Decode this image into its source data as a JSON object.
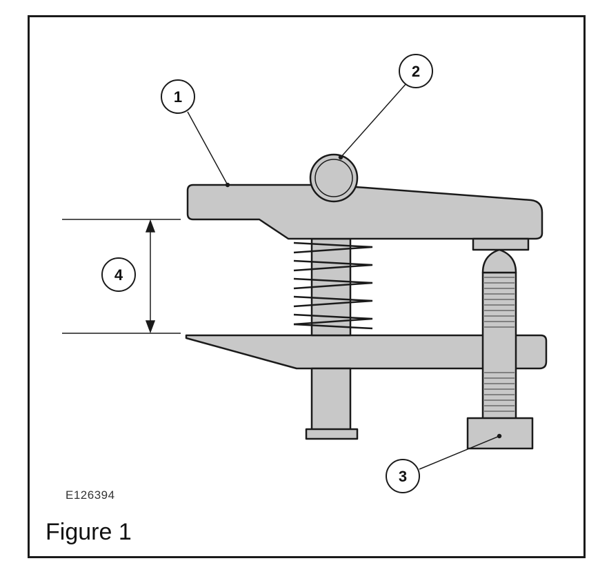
{
  "figure": {
    "caption": "Figure 1",
    "image_id": "E126394"
  },
  "callouts": [
    "1",
    "2",
    "3",
    "4"
  ],
  "colors": {
    "part_fill": "#c8c8c8",
    "outline": "#1a1a1a",
    "background": "#ffffff"
  }
}
